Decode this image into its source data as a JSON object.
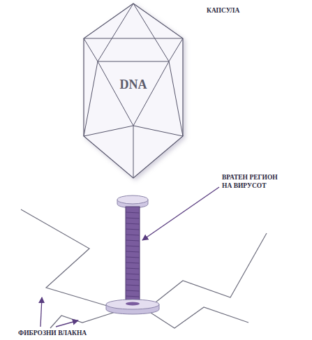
{
  "diagram": {
    "nodes": [
      {
        "text": [
          "DNA"
        ]
      }
    ],
    "labels": [
      "КАПСУЛА",
      "ВРАТЕН РЕГИОН НА ВИРУСОТ",
      "ФИБРОЗНИ ВЛАКНА"
    ]
  }
}
